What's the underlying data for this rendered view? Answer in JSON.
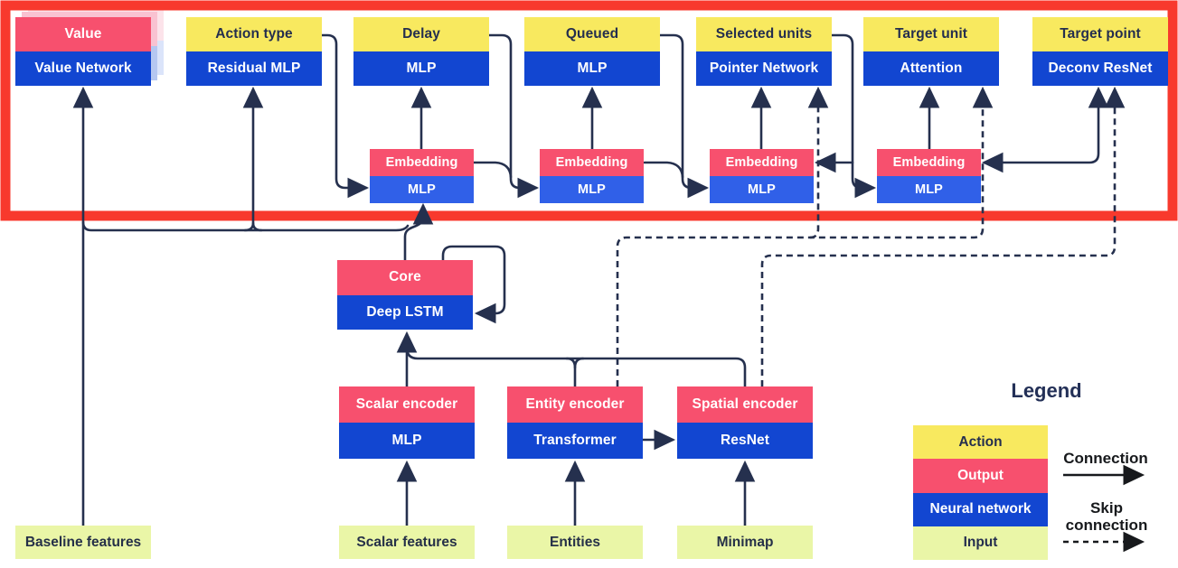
{
  "palette": {
    "action_yellow": "#f8e95f",
    "output_pink": "#f7506e",
    "network_blue": "#1246d1",
    "embedding_blue": "#3060e8",
    "input_green": "#eaf6a7",
    "line_navy": "#25304e",
    "frame_red": "#f8392d",
    "dark_text": "#242e4e"
  },
  "nodes": {
    "heads": [
      {
        "id": "value",
        "top": "Value",
        "bottom": "Value Network",
        "top_type": "output",
        "stacked": true
      },
      {
        "id": "action-type",
        "top": "Action type",
        "bottom": "Residual MLP",
        "top_type": "action"
      },
      {
        "id": "delay",
        "top": "Delay",
        "bottom": "MLP",
        "top_type": "action"
      },
      {
        "id": "queued",
        "top": "Queued",
        "bottom": "MLP",
        "top_type": "action"
      },
      {
        "id": "selected-units",
        "top": "Selected units",
        "bottom": "Pointer Network",
        "top_type": "action"
      },
      {
        "id": "target-unit",
        "top": "Target unit",
        "bottom": "Attention",
        "top_type": "action"
      },
      {
        "id": "target-point",
        "top": "Target point",
        "bottom": "Deconv ResNet",
        "top_type": "action"
      }
    ],
    "embeddings": [
      {
        "id": "embedding-1",
        "top": "Embedding",
        "bottom": "MLP"
      },
      {
        "id": "embedding-2",
        "top": "Embedding",
        "bottom": "MLP"
      },
      {
        "id": "embedding-3",
        "top": "Embedding",
        "bottom": "MLP"
      },
      {
        "id": "embedding-4",
        "top": "Embedding",
        "bottom": "MLP"
      }
    ],
    "core": {
      "id": "core",
      "top": "Core",
      "bottom": "Deep LSTM"
    },
    "encoders": [
      {
        "id": "scalar-encoder",
        "top": "Scalar encoder",
        "bottom": "MLP"
      },
      {
        "id": "entity-encoder",
        "top": "Entity encoder",
        "bottom": "Transformer"
      },
      {
        "id": "spatial-encoder",
        "top": "Spatial encoder",
        "bottom": "ResNet"
      }
    ],
    "inputs": [
      {
        "id": "baseline-features",
        "label": "Baseline features"
      },
      {
        "id": "scalar-features",
        "label": "Scalar features"
      },
      {
        "id": "entities",
        "label": "Entities"
      },
      {
        "id": "minimap",
        "label": "Minimap"
      }
    ]
  },
  "legend": {
    "title": "Legend",
    "swatches": [
      {
        "label": "Action",
        "type": "action"
      },
      {
        "label": "Output",
        "type": "output"
      },
      {
        "label": "Neural network",
        "type": "network"
      },
      {
        "label": "Input",
        "type": "input"
      }
    ],
    "connection_label": "Connection",
    "skip_connection_label": "Skip connection"
  }
}
